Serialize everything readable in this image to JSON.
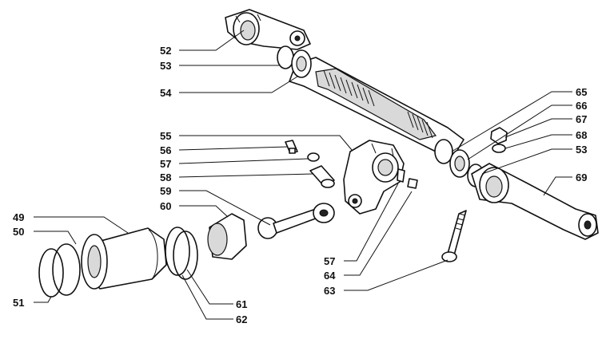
{
  "diagram": {
    "labels": {
      "l49": "49",
      "l50": "50",
      "l51": "51",
      "l52": "52",
      "l53a": "53",
      "l53b": "53",
      "l54": "54",
      "l55": "55",
      "l56": "56",
      "l57a": "57",
      "l57b": "57",
      "l58": "58",
      "l59": "59",
      "l60": "60",
      "l61": "61",
      "l62": "62",
      "l63": "63",
      "l64": "64",
      "l65": "65",
      "l66": "66",
      "l67": "67",
      "l68": "68",
      "l69": "69"
    }
  }
}
